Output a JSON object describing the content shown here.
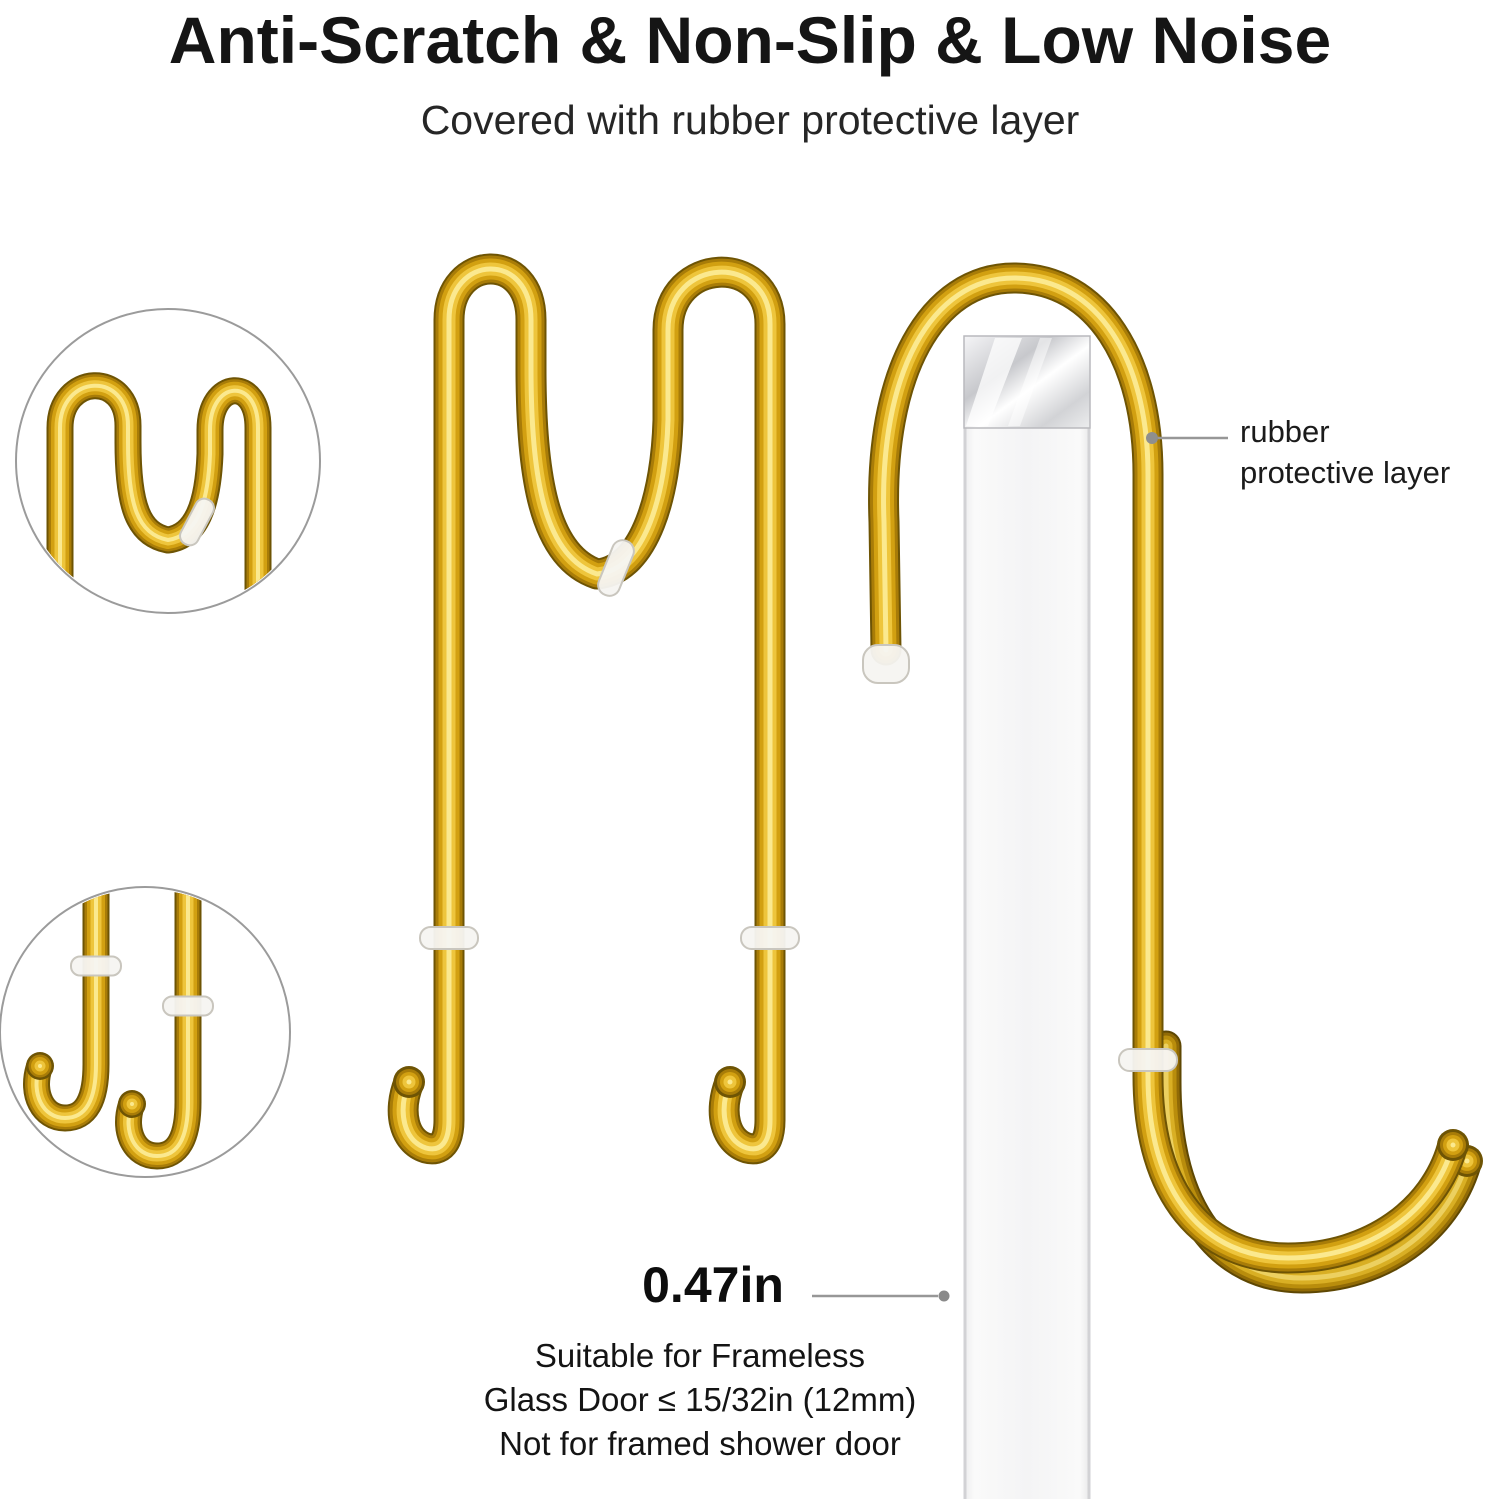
{
  "header": {
    "title": "Anti-Scratch & Non-Slip & Low Noise",
    "subtitle": "Covered with rubber protective layer"
  },
  "figure": {
    "rubber_label_line1": "rubber",
    "rubber_label_line2": "protective layer",
    "thickness_label": "0.47in",
    "notes": [
      "Suitable for Frameless",
      "Glass Door ≤ 15/32in (12mm)",
      "Not for framed shower door"
    ]
  },
  "colors": {
    "gold_highlight": "#fbe98f",
    "gold_mid": "#d2a011",
    "gold_shadow": "#6e5404",
    "rubber_ring": "#f6f5f1",
    "glass_edge": "#d2d2d5",
    "text": "#151515"
  }
}
